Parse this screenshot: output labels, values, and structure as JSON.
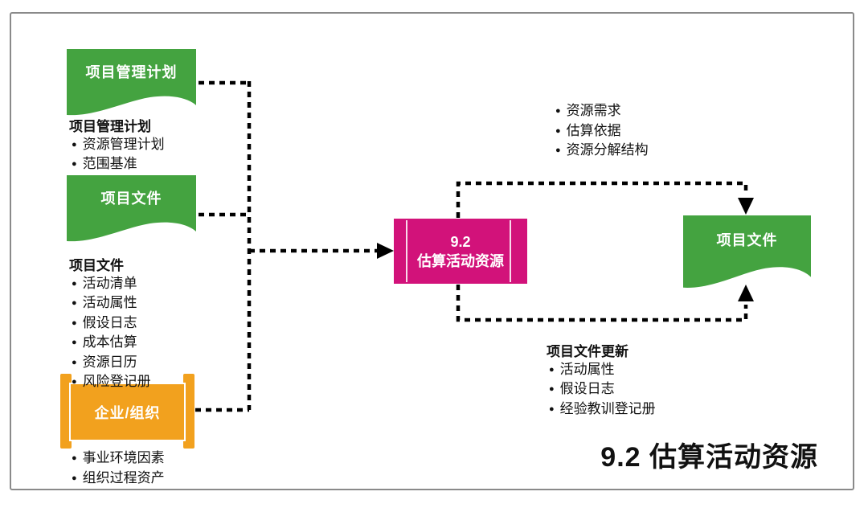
{
  "diagram_title": "9.2 估算活动资源",
  "process_box": {
    "code": "9.2",
    "name": "估算活动资源"
  },
  "inputs": {
    "pm_plan": {
      "shape_label": "项目管理计划",
      "list_title": "项目管理计划",
      "items": [
        "资源管理计划",
        "范围基准"
      ]
    },
    "project_docs": {
      "shape_label": "项目文件",
      "list_title": "项目文件",
      "items": [
        "活动清单",
        "活动属性",
        "假设日志",
        "成本估算",
        "资源日历",
        "风险登记册"
      ]
    },
    "enterprise_org": {
      "shape_label": "企业/组织",
      "items": [
        "事业环境因素",
        "组织过程资产"
      ]
    }
  },
  "outputs": {
    "project_docs_shape_label": "项目文件",
    "outputs_list": [
      "资源需求",
      "估算依据",
      "资源分解结构"
    ],
    "updates": {
      "list_title": "项目文件更新",
      "items": [
        "活动属性",
        "假设日志",
        "经验教训登记册"
      ]
    }
  },
  "colors": {
    "green": "#44A340",
    "magenta": "#D2127A",
    "orange": "#F2A11E",
    "connector": "#000000",
    "frame": "#8a8a8a",
    "shape_text": "#ffffff",
    "body_text": "#111111"
  }
}
